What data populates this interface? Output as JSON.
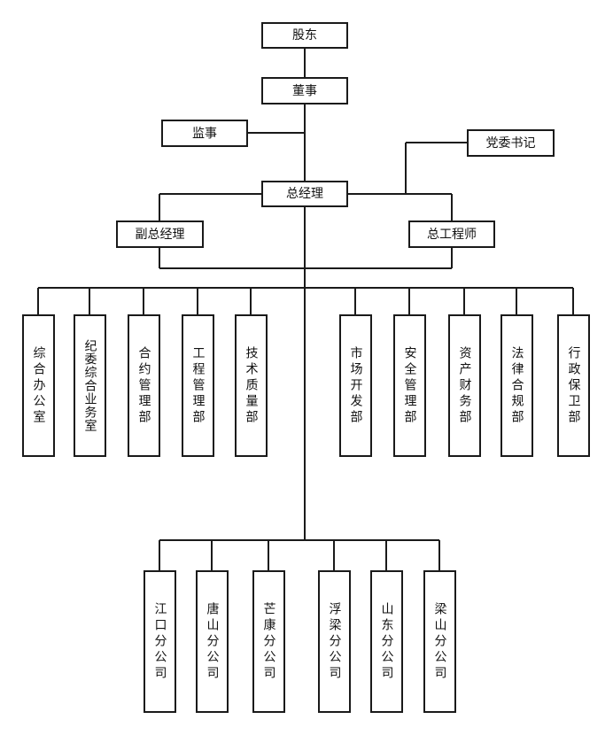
{
  "nodes": {
    "gudong": "股东",
    "dongshi": "董事",
    "jianshi": "监事",
    "dangwei": "党委书记",
    "zongjingli": "总经理",
    "fuzong": "副总经理",
    "zonggong": "总工程师"
  },
  "departments": [
    "综合办公室",
    "纪委综合业务室",
    "合约管理部",
    "工程管理部",
    "技术质量部",
    "市场开发部",
    "安全管理部",
    "资产财务部",
    "法律合规部",
    "行政保卫部"
  ],
  "branches": [
    "江口分公司",
    "唐山分公司",
    "芒康分公司",
    "浮梁分公司",
    "山东分公司",
    "梁山分公司"
  ]
}
